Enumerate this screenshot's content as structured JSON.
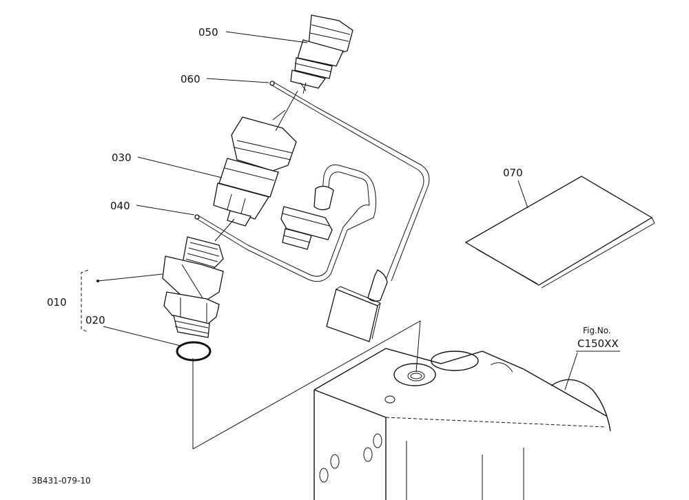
{
  "callouts": {
    "c050": "050",
    "c060": "060",
    "c030": "030",
    "c040": "040",
    "c010": "010",
    "c020": "020",
    "c070": "070"
  },
  "figure_ref": {
    "caption": "Fig.No.",
    "number": "C150XX"
  },
  "drawing_code": "3B431-079-10"
}
